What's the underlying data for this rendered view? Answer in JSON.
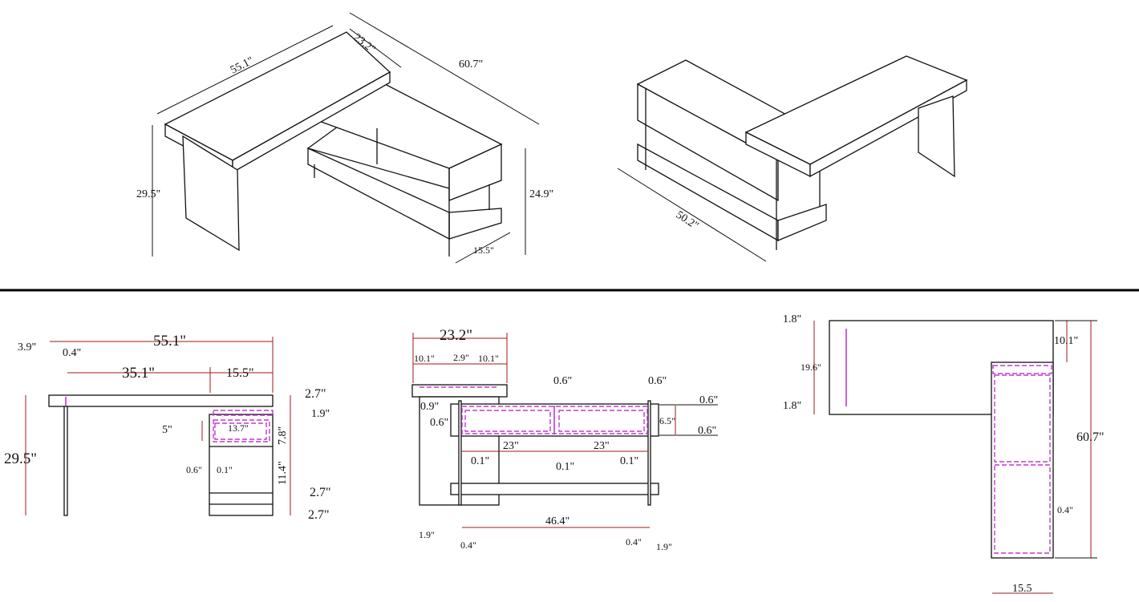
{
  "iso_left": {
    "top_length": "55.1\"",
    "top_depth": "23.2\"",
    "overall_length": "60.7\"",
    "height": "29.5\"",
    "cabinet_height": "24.9\"",
    "cabinet_depth": "15.5\""
  },
  "iso_right": {
    "cabinet_length": "50.2\""
  },
  "front_view": {
    "overall_width": "55.1\"",
    "offset_left": "3.9\"",
    "leg_thickness": "0.4\"",
    "span": "35.1\"",
    "cabinet_width": "15.5\"",
    "top_thickness": "2.7\"",
    "gap": "1.9\"",
    "drawer_face": "5\"",
    "drawer_width": "13.7\"",
    "drawer_height": "7.8\"",
    "total_height": "29.5\"",
    "panel_thickness": "0.6\"",
    "clearance": "0.1\"",
    "open_height": "11.4\"",
    "shelf_thickness": "2.7\"",
    "base_thickness": "2.7\""
  },
  "side_view": {
    "top_depth": "23.2\"",
    "seg_left": "10.1\"",
    "seg_mid": "2.9\"",
    "seg_right": "10.1\"",
    "divider_a": "0.6\"",
    "divider_b": "0.6\"",
    "rail_top": "0.6\"",
    "rail_bottom": "0.6\"",
    "drawer_height": "6.5\"",
    "offset": "0.9\"",
    "side_panel": "0.6\"",
    "drawer_len_a": "23\"",
    "drawer_len_b": "23\"",
    "gap_a": "0.1\"",
    "gap_b": "0.1\"",
    "gap_c": "0.1\"",
    "shelf_len": "46.4\"",
    "end_left": "1.9\"",
    "leg_left": "0.4\"",
    "leg_right": "0.4\"",
    "end_right": "1.9\""
  },
  "top_view": {
    "edge_top": "1.8\"",
    "slot_len": "19.6\"",
    "edge_bottom": "1.8\"",
    "overhang": "10.1\"",
    "overall_depth": "60.7\"",
    "panel": "0.4\"",
    "cabinet_width": "15.5"
  },
  "colors": {
    "dimension": "#a01818",
    "hidden": "#c03ad0",
    "outline": "#111111"
  }
}
